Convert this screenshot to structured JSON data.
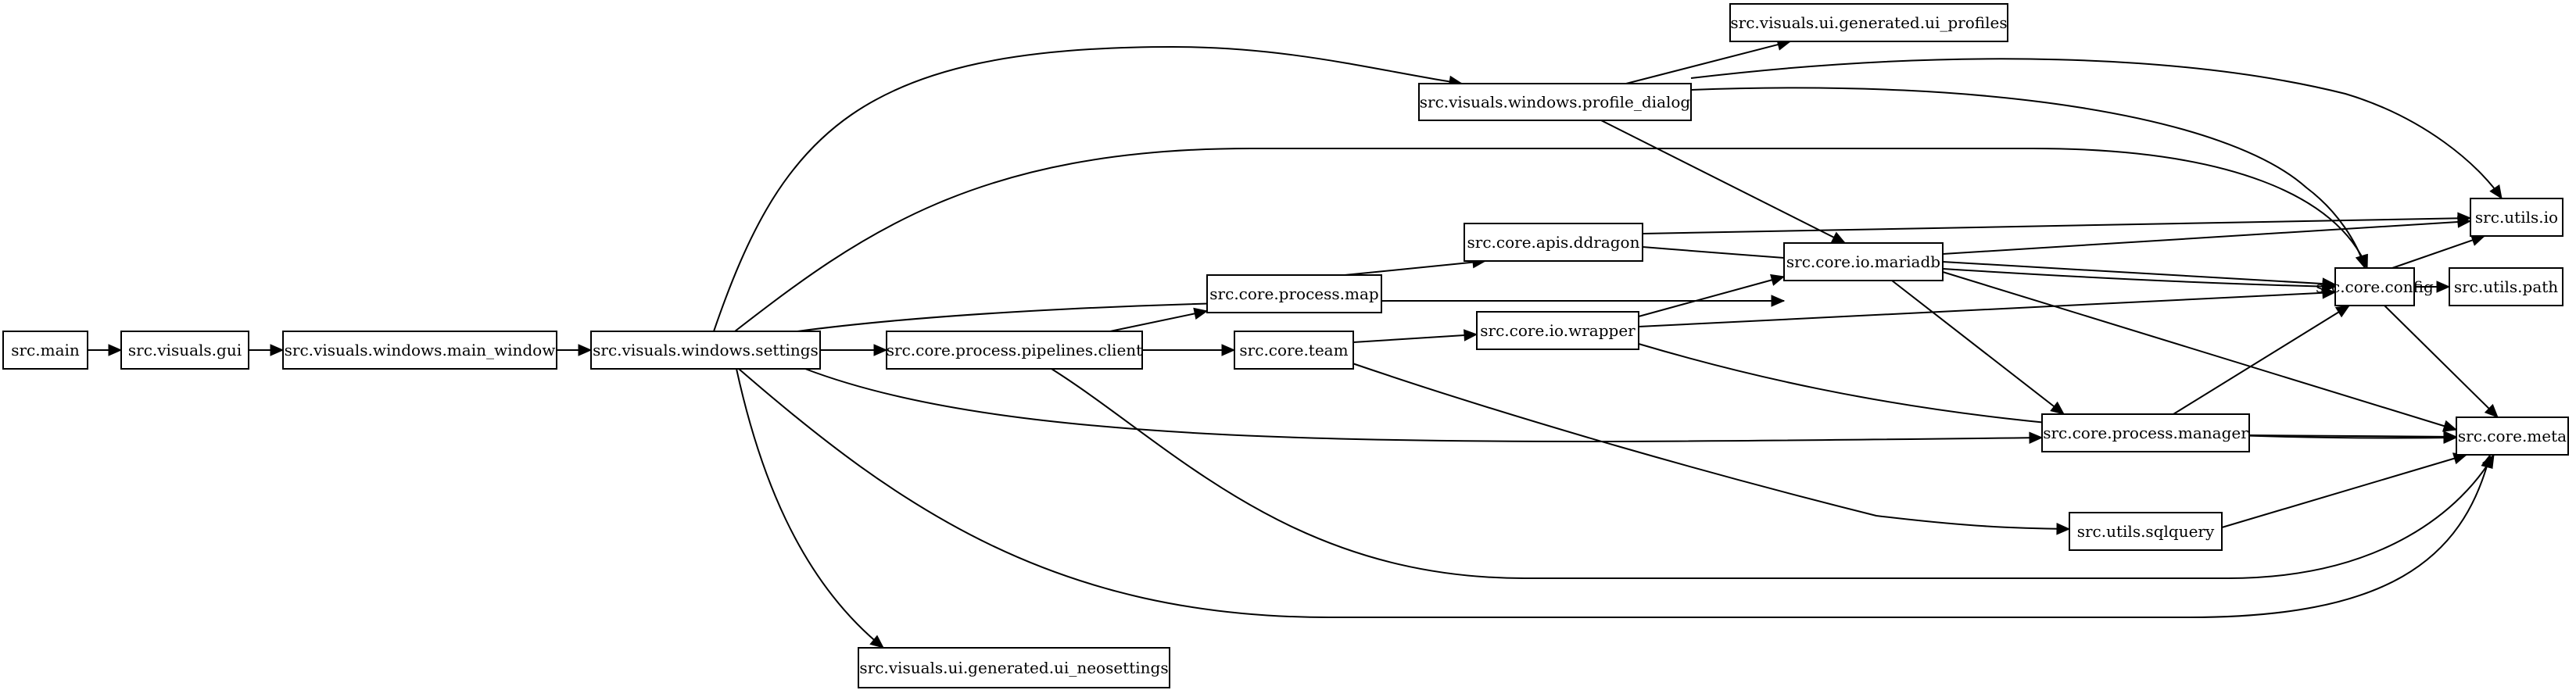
{
  "graph": {
    "nodes": [
      {
        "id": "src_main",
        "label": "src.main"
      },
      {
        "id": "src_visuals_gui",
        "label": "src.visuals.gui"
      },
      {
        "id": "main_window",
        "label": "src.visuals.windows.main_window"
      },
      {
        "id": "settings",
        "label": "src.visuals.windows.settings"
      },
      {
        "id": "ui_neosettings",
        "label": "src.visuals.ui.generated.ui_neosettings"
      },
      {
        "id": "profile_dialog",
        "label": "src.visuals.windows.profile_dialog"
      },
      {
        "id": "ui_profiles",
        "label": "src.visuals.ui.generated.ui_profiles"
      },
      {
        "id": "pipelines_client",
        "label": "src.core.process.pipelines.client"
      },
      {
        "id": "process_map",
        "label": "src.core.process.map"
      },
      {
        "id": "core_team",
        "label": "src.core.team"
      },
      {
        "id": "apis_ddragon",
        "label": "src.core.apis.ddragon"
      },
      {
        "id": "io_wrapper",
        "label": "src.core.io.wrapper"
      },
      {
        "id": "io_mariadb",
        "label": "src.core.io.mariadb"
      },
      {
        "id": "process_manager",
        "label": "src.core.process.manager"
      },
      {
        "id": "utils_sqlquery",
        "label": "src.utils.sqlquery"
      },
      {
        "id": "core_config",
        "label": "src.core.config"
      },
      {
        "id": "utils_io",
        "label": "src.utils.io"
      },
      {
        "id": "utils_path",
        "label": "src.utils.path"
      },
      {
        "id": "core_meta",
        "label": "src.core.meta"
      }
    ],
    "edges": [
      [
        "src_main",
        "src_visuals_gui"
      ],
      [
        "src_visuals_gui",
        "main_window"
      ],
      [
        "main_window",
        "settings"
      ],
      [
        "settings",
        "pipelines_client"
      ],
      [
        "settings",
        "ui_neosettings"
      ],
      [
        "settings",
        "profile_dialog"
      ],
      [
        "settings",
        "core_config"
      ],
      [
        "settings",
        "io_mariadb"
      ],
      [
        "settings",
        "process_manager"
      ],
      [
        "settings",
        "core_meta"
      ],
      [
        "profile_dialog",
        "ui_profiles"
      ],
      [
        "profile_dialog",
        "utils_io"
      ],
      [
        "profile_dialog",
        "core_config"
      ],
      [
        "profile_dialog",
        "io_mariadb"
      ],
      [
        "pipelines_client",
        "process_map"
      ],
      [
        "pipelines_client",
        "core_team"
      ],
      [
        "pipelines_client",
        "core_meta"
      ],
      [
        "process_map",
        "apis_ddragon"
      ],
      [
        "core_team",
        "io_wrapper"
      ],
      [
        "core_team",
        "utils_sqlquery"
      ],
      [
        "apis_ddragon",
        "utils_io"
      ],
      [
        "apis_ddragon",
        "core_config"
      ],
      [
        "io_wrapper",
        "io_mariadb"
      ],
      [
        "io_wrapper",
        "core_config"
      ],
      [
        "io_wrapper",
        "core_meta"
      ],
      [
        "io_mariadb",
        "utils_io"
      ],
      [
        "io_mariadb",
        "core_config"
      ],
      [
        "io_mariadb",
        "process_manager"
      ],
      [
        "io_mariadb",
        "core_meta"
      ],
      [
        "process_manager",
        "core_config"
      ],
      [
        "process_manager",
        "core_meta"
      ],
      [
        "utils_sqlquery",
        "core_meta"
      ],
      [
        "core_config",
        "utils_io"
      ],
      [
        "core_config",
        "utils_path"
      ],
      [
        "core_config",
        "core_meta"
      ]
    ]
  }
}
